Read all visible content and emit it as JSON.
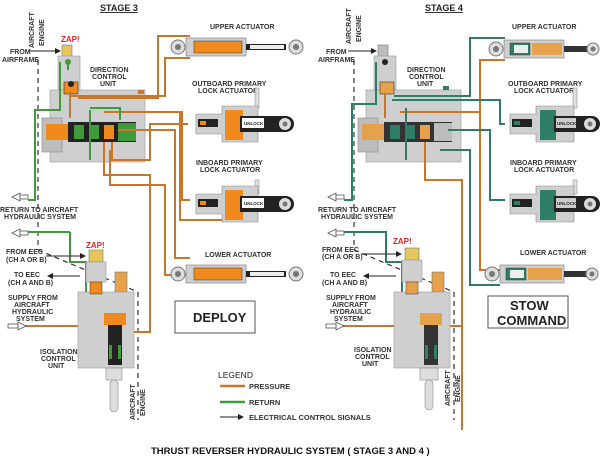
{
  "colors": {
    "pressure": "#c8762a",
    "return_stage3": "#3f9a3a",
    "return_stage4": "#2e7d67",
    "housing": "#cfcfcf",
    "housing_dark": "#9a9a9a",
    "piston_orange": "#f08a1c",
    "spool_dark": "#222222",
    "zap": "#e0262a"
  },
  "stage3": {
    "title": "STAGE 3",
    "zap_top": "ZAP!",
    "zap_bottom": "ZAP!",
    "boundary_aircraft": "AIRCRAFT",
    "boundary_engine": "ENGINE",
    "from_airframe": [
      "FROM",
      "AIRFRAME"
    ],
    "direction_control_unit": [
      "DIRECTION",
      "CONTROL",
      "UNIT"
    ],
    "upper_actuator": "UPPER ACTUATOR",
    "outboard_lock": [
      "OUTBOARD PRIMARY",
      "LOCK ACTUATOR"
    ],
    "inboard_lock": [
      "INBOARD PRIMARY",
      "LOCK ACTUATOR"
    ],
    "lower_actuator": "LOWER ACTUATOR",
    "unlock_label": "UNLOCK",
    "return_to_aircraft": [
      "RETURN TO AIRCRAFT",
      "HYDRAULIC SYSTEM"
    ],
    "from_eec": [
      "FROM  EEC",
      "(CH A OR B)"
    ],
    "to_eec": [
      "TO EEC",
      "(CH A AND B)"
    ],
    "supply": [
      "SUPPLY FROM",
      "AIRCRAFT",
      "HYDRAULIC",
      "SYSTEM"
    ],
    "isolation_control_unit": [
      "ISOLATION",
      "CONTROL",
      "UNIT"
    ],
    "mode_box": [
      "DEPLOY"
    ]
  },
  "stage4": {
    "title": "STAGE 4",
    "zap_bottom": "ZAP!",
    "boundary_aircraft": "AIRCRAFT",
    "boundary_engine": "ENGINE",
    "from_airframe": [
      "FROM",
      "AIRFRAME"
    ],
    "direction_control_unit": [
      "DIRECTION",
      "CONTROL",
      "UNIT"
    ],
    "upper_actuator": "UPPER ACTUATOR",
    "outboard_lock": [
      "OUTBOARD PRIMARY",
      "LOCK ACTUATOR"
    ],
    "inboard_lock": [
      "INBOARD PRIMARY",
      "LOCK ACTUATOR"
    ],
    "lower_actuator": "LOWER ACTUATOR",
    "unlock_label": "UNLOCK",
    "return_to_aircraft": [
      "RETURN TO AIRCRAFT",
      "HYDRAULIC SYSTEM"
    ],
    "from_eec": [
      "FROM  EEC",
      "(CH A OR B)"
    ],
    "to_eec": [
      "TO EEC",
      "(CH A AND B)"
    ],
    "supply": [
      "SUPPLY FROM",
      "AIRCRAFT",
      "HYDRAULIC",
      "SYSTEM"
    ],
    "isolation_control_unit": [
      "ISOLATION",
      "CONTROL",
      "UNIT"
    ],
    "mode_box": [
      "STOW",
      "COMMAND"
    ]
  },
  "legend": {
    "title": "LEGEND",
    "items": [
      {
        "label": "PRESSURE",
        "kind": "pressure"
      },
      {
        "label": "RETURN",
        "kind": "return"
      },
      {
        "label": "ELECTRICAL CONTROL SIGNALS",
        "kind": "electrical"
      }
    ]
  },
  "caption": "THRUST REVERSER HYDRAULIC SYSTEM ( STAGE 3 AND 4 )"
}
